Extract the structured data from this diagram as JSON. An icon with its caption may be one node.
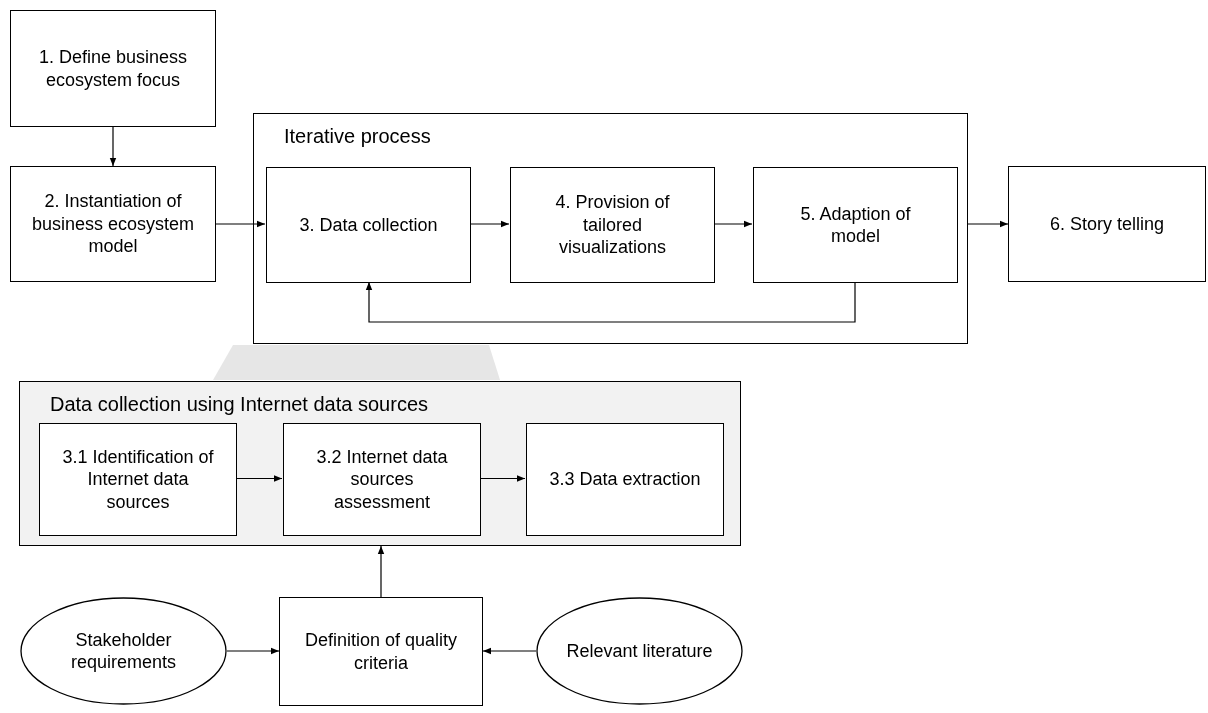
{
  "diagram": {
    "nodes": [
      {
        "text": [
          "1. Define business ecosystem focus"
        ]
      },
      {
        "text": [
          "2. Instantiation of business ecosystem model"
        ]
      },
      {
        "text": [
          "Iterative process"
        ]
      },
      {
        "text": [
          "3. Data collection"
        ],
        "in": 2
      },
      {
        "text": [
          "4. Provision of tailored visualizations"
        ],
        "in": 2
      },
      {
        "text": [
          "5. Adaption of model"
        ],
        "in": 2
      },
      {
        "text": [
          "6. Story telling"
        ]
      },
      {
        "text": [
          "Data collection using Internet data sources"
        ]
      },
      {
        "text": [
          "3.1 Identification of Internet data sources"
        ],
        "in": 7
      },
      {
        "text": [
          "3.2 Internet data sources assessment"
        ],
        "in": 7
      },
      {
        "text": [
          "3.3 Data extraction"
        ],
        "in": 7
      },
      {
        "text": [
          "Stakeholder requirements"
        ]
      },
      {
        "text": [
          "Definition of quality criteria"
        ]
      },
      {
        "text": [
          "Relevant literature"
        ]
      },
      {
        "text": [],
        "shape": "trapezoid"
      }
    ],
    "edges": [
      {
        "from": 0,
        "to": 1,
        "arrow": "to"
      },
      {
        "from": 1,
        "to": 3,
        "arrow": "to"
      },
      {
        "from": 3,
        "to": 4,
        "arrow": "to"
      },
      {
        "from": 4,
        "to": 5,
        "arrow": "to"
      },
      {
        "from": 5,
        "to": 3,
        "arrow": "to"
      },
      {
        "from": 2,
        "to": 6,
        "arrow": "to"
      },
      {
        "from": 8,
        "to": 9,
        "arrow": "to"
      },
      {
        "from": 9,
        "to": 10,
        "arrow": "to"
      },
      {
        "from": 12,
        "to": 7,
        "arrow": "to"
      },
      {
        "from": 11,
        "to": 12,
        "arrow": "to"
      },
      {
        "from": 13,
        "to": 12,
        "arrow": "to"
      }
    ]
  }
}
